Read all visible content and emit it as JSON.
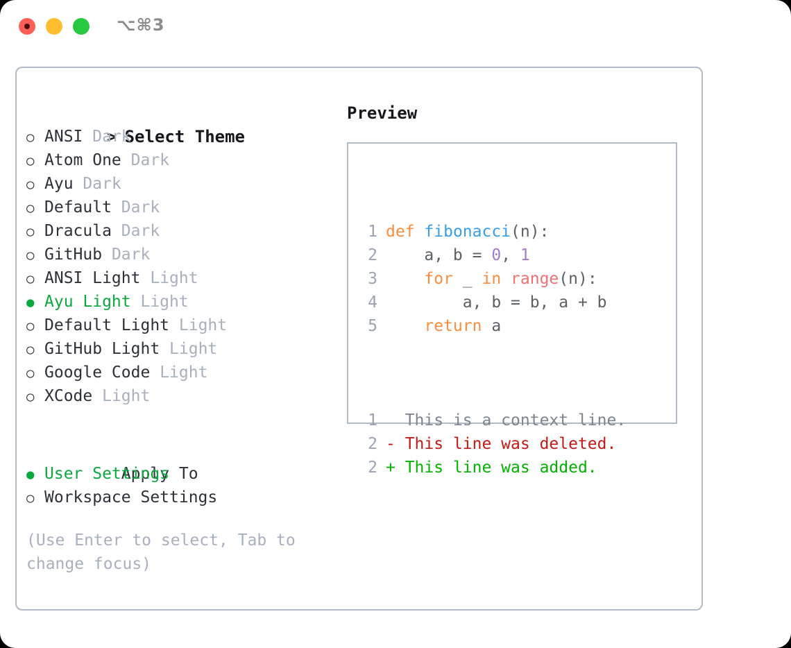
{
  "titlebar": {
    "lights": [
      {
        "name": "close-button",
        "color": "#ff5f57"
      },
      {
        "name": "minimize-button",
        "color": "#ffbd2e"
      },
      {
        "name": "maximize-button",
        "color": "#28c840"
      }
    ],
    "shortcut": "⌥⌘3"
  },
  "colors": {
    "accent_green": "#0ca83f",
    "muted": "#a8b0bd",
    "border": "#b2bac6",
    "text": "#2c3038"
  },
  "left": {
    "title": "Select Theme",
    "caret": ">",
    "bullet_selected": "●",
    "bullet_empty": "○",
    "themes": [
      {
        "name": "ANSI",
        "variant": "Dark",
        "selected": false
      },
      {
        "name": "Atom One",
        "variant": "Dark",
        "selected": false
      },
      {
        "name": "Ayu",
        "variant": "Dark",
        "selected": false
      },
      {
        "name": "Default",
        "variant": "Dark",
        "selected": false
      },
      {
        "name": "Dracula",
        "variant": "Dark",
        "selected": false
      },
      {
        "name": "GitHub",
        "variant": "Dark",
        "selected": false
      },
      {
        "name": "ANSI Light",
        "variant": "Light",
        "selected": false
      },
      {
        "name": "Ayu Light",
        "variant": "Light",
        "selected": true
      },
      {
        "name": "Default Light",
        "variant": "Light",
        "selected": false
      },
      {
        "name": "GitHub Light",
        "variant": "Light",
        "selected": false
      },
      {
        "name": "Google Code",
        "variant": "Light",
        "selected": false
      },
      {
        "name": "XCode",
        "variant": "Light",
        "selected": false
      }
    ],
    "apply_to_label": "Apply To",
    "apply_to": [
      {
        "name": "User Settings",
        "selected": true
      },
      {
        "name": "Workspace Settings",
        "selected": false
      }
    ],
    "help": "(Use Enter to select, Tab to change focus)"
  },
  "right": {
    "preview_title": "Preview",
    "code_lines": [
      {
        "num": "1",
        "tokens": [
          {
            "t": "def",
            "c": "kw"
          },
          {
            "t": " ",
            "c": "pl"
          },
          {
            "t": "fibonacci",
            "c": "fn"
          },
          {
            "t": "(n):",
            "c": "pl"
          }
        ]
      },
      {
        "num": "2",
        "tokens": [
          {
            "t": "    a, b = ",
            "c": "pl"
          },
          {
            "t": "0",
            "c": "num"
          },
          {
            "t": ", ",
            "c": "pl"
          },
          {
            "t": "1",
            "c": "num"
          }
        ]
      },
      {
        "num": "3",
        "tokens": [
          {
            "t": "    ",
            "c": "pl"
          },
          {
            "t": "for",
            "c": "kw"
          },
          {
            "t": " _ ",
            "c": "pl"
          },
          {
            "t": "in",
            "c": "kw"
          },
          {
            "t": " ",
            "c": "pl"
          },
          {
            "t": "range",
            "c": "bi"
          },
          {
            "t": "(n):",
            "c": "pl"
          }
        ]
      },
      {
        "num": "4",
        "tokens": [
          {
            "t": "        a, b = b, a + b",
            "c": "pl"
          }
        ]
      },
      {
        "num": "5",
        "tokens": [
          {
            "t": "    ",
            "c": "pl"
          },
          {
            "t": "return",
            "c": "kw"
          },
          {
            "t": " a",
            "c": "pl"
          }
        ]
      }
    ],
    "diff_lines": [
      {
        "num": "1",
        "marker": "  ",
        "text": "This is a context line.",
        "kind": "ctx"
      },
      {
        "num": "2",
        "marker": "- ",
        "text": "This line was deleted.",
        "kind": "del"
      },
      {
        "num": "2",
        "marker": "+ ",
        "text": "This line was added.",
        "kind": "add"
      }
    ]
  }
}
